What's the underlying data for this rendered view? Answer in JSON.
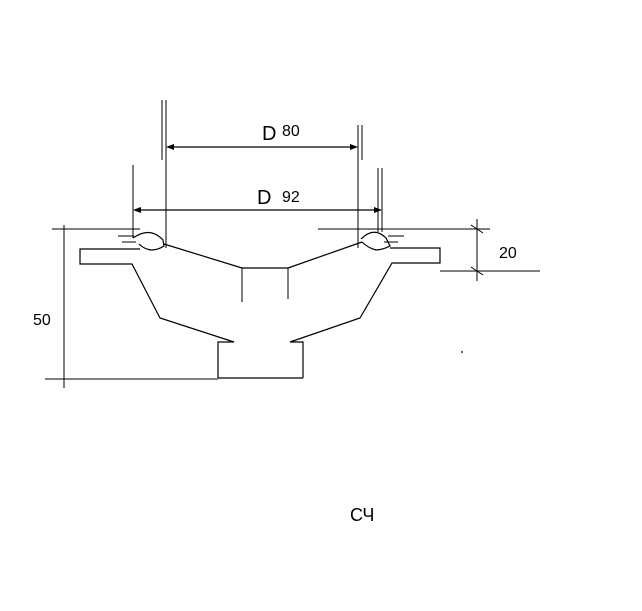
{
  "labels": {
    "inner_diameter_symbol": "D",
    "inner_diameter_value": "80",
    "outer_diameter_symbol": "D",
    "outer_diameter_value": "92",
    "flange_height": "20",
    "total_height": "50",
    "material": "СЧ"
  },
  "colors": {
    "line": "#000000",
    "background": "#ffffff"
  }
}
